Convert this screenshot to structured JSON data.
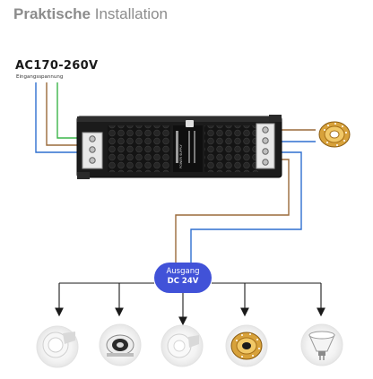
{
  "title": {
    "bold": "Praktische",
    "light": " Installation"
  },
  "input": {
    "voltage": "AC170-260V",
    "sublabel": "Eingangsspannung"
  },
  "device": {
    "label_title": "POWER SUPPLY"
  },
  "output": {
    "line1": "Ausgang",
    "line2": "DC 24V"
  },
  "lamps": [
    {
      "name": "mr16-led-lamp"
    },
    {
      "name": "recessed-downlight"
    },
    {
      "name": "gu10-led-lamp"
    },
    {
      "name": "led-strip-reel"
    },
    {
      "name": "mr16-reflector-lamp"
    }
  ],
  "colors": {
    "wire_blue": "#2f6fcf",
    "wire_brown": "#9a6a3a",
    "wire_green": "#3cb54a",
    "badge": "#4152d8",
    "arrow": "#1a1a1a"
  }
}
